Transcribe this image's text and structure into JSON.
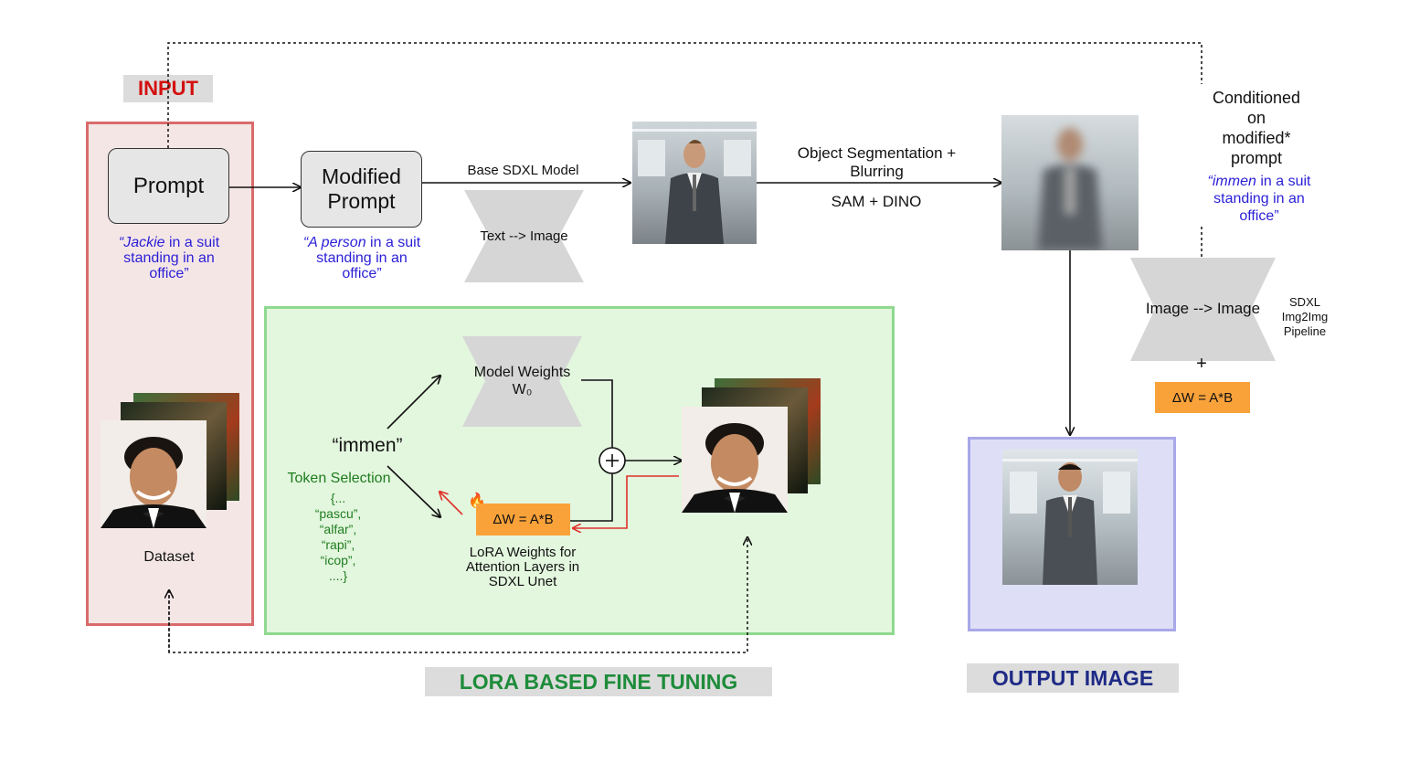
{
  "banners": {
    "input": "INPUT",
    "lora": "LORA BASED FINE TUNING",
    "output": "OUTPUT IMAGE"
  },
  "colors": {
    "input_text": "#d40f0f",
    "lora_text": "#1e8c3a",
    "output_text": "#1e2a86",
    "input_border": "#d96b6b",
    "input_fill": "#f5e6e6",
    "lora_border": "#8fd98f",
    "lora_fill": "#e3f6de",
    "output_border": "#a8a8e8",
    "output_fill": "#dedff7",
    "orange": "#f9a23a",
    "prompt_blue": "#2a1fd6",
    "token_green": "#1e7d1e",
    "red_arrow": "#e0302a"
  },
  "input": {
    "prompt_box": "Prompt",
    "prompt_quote_italic": "“Jackie",
    "prompt_quote_rest": " in a suit standing in an office”",
    "dataset_label": "Dataset"
  },
  "modified": {
    "box_line1": "Modified",
    "box_line2": "Prompt",
    "quote_italic": "“A person",
    "quote_rest": " in a suit standing in an office”"
  },
  "base_model": {
    "label": "Base SDXL Model",
    "op": "Text --> Image"
  },
  "segmentation": {
    "line1": "Object Segmentation +",
    "line2": "Blurring",
    "tools": "SAM + DINO"
  },
  "conditioning": {
    "line1": "Conditioned",
    "line2": "on",
    "line3": "modified*",
    "line4": "prompt",
    "quote_italic": "“immen",
    "quote_rest": " in a suit standing in an office”"
  },
  "img2img": {
    "op": "Image --> Image",
    "pipeline_line1": "SDXL",
    "pipeline_line2": "Img2Img",
    "pipeline_line3": "Pipeline",
    "plus": "+",
    "delta": "ΔW = A*B"
  },
  "lora": {
    "token": "“immen”",
    "token_selection": "Token Selection",
    "token_list": [
      "{...",
      "“pascu”,",
      "“alfar”,",
      "“rapi”,",
      "“icop”,",
      "....}"
    ],
    "weights_line1": "Model Weights",
    "weights_line2": "W₀",
    "plus_symbol": "+",
    "delta": "ΔW = A*B",
    "lora_line1": "LoRA Weights for",
    "lora_line2": "Attention Layers in",
    "lora_line3": "SDXL Unet",
    "fire_icon": "🔥"
  }
}
